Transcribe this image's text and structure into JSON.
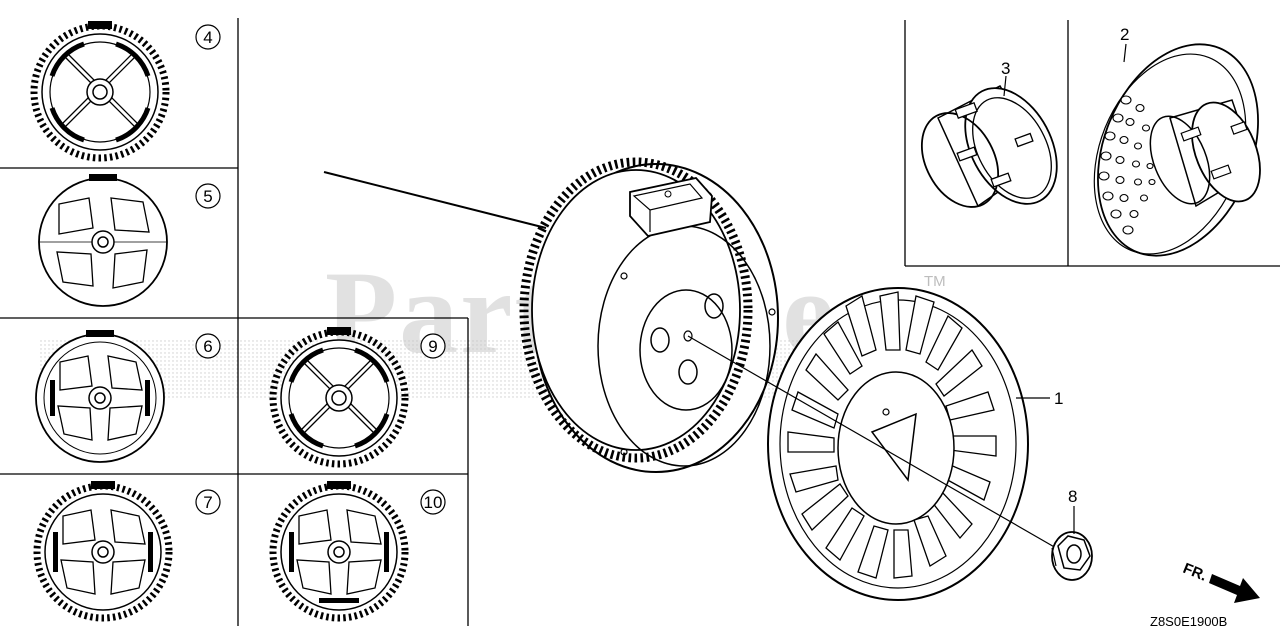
{
  "diagram": {
    "watermark": "PartsTree",
    "trademark": "TM",
    "direction_label": "FR.",
    "drawing_code": "Z8S0E1900B",
    "variants": [
      {
        "ref": "4"
      },
      {
        "ref": "5"
      },
      {
        "ref": "6"
      },
      {
        "ref": "9"
      },
      {
        "ref": "7"
      },
      {
        "ref": "10"
      }
    ],
    "callouts": [
      {
        "ref": "1"
      },
      {
        "ref": "2"
      },
      {
        "ref": "3"
      },
      {
        "ref": "8"
      }
    ]
  }
}
